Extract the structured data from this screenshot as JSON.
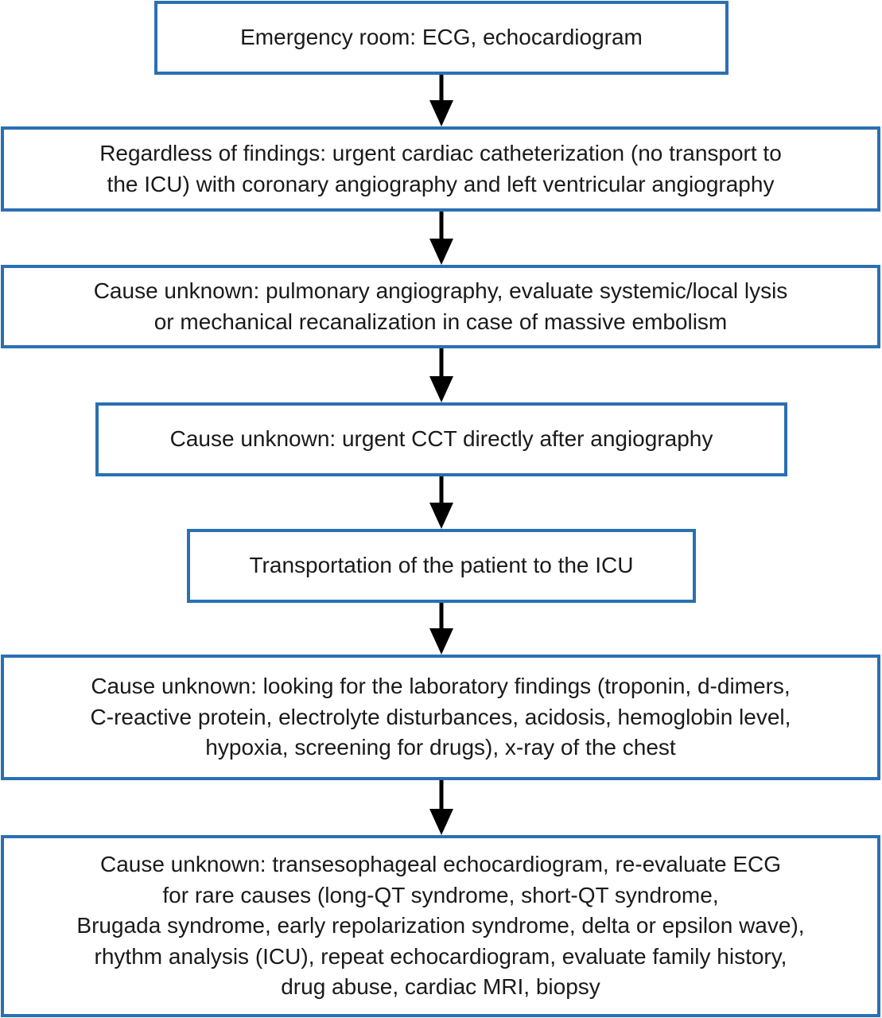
{
  "flowchart": {
    "steps": [
      {
        "lines": [
          "Emergency room: ECG, echocardiogram"
        ]
      },
      {
        "lines": [
          "Regardless of findings: urgent cardiac catheterization (no transport to",
          "the ICU) with coronary angiography and left ventricular angiography"
        ]
      },
      {
        "lines": [
          "Cause unknown: pulmonary angiography, evaluate systemic/local lysis",
          "or mechanical recanalization in case of massive embolism"
        ]
      },
      {
        "lines": [
          "Cause unknown: urgent CCT directly after angiography"
        ]
      },
      {
        "lines": [
          "Transportation of the patient to the ICU"
        ]
      },
      {
        "lines": [
          "Cause unknown: looking for the laboratory findings (troponin, d-dimers,",
          "C-reactive protein, electrolyte disturbances, acidosis, hemoglobin level,",
          "hypoxia, screening for drugs), x-ray of the chest"
        ]
      },
      {
        "lines": [
          "Cause unknown: transesophageal echocardiogram, re-evaluate ECG",
          "for rare causes (long-QT syndrome, short-QT syndrome,",
          "Brugada syndrome, early repolarization syndrome, delta or epsilon wave),",
          "rhythm analysis (ICU), repeat echocardiogram, evaluate family history,",
          "drug abuse, cardiac MRI, biopsy"
        ]
      }
    ],
    "colors": {
      "box_border": "#2a70b3",
      "arrow": "#000000",
      "text": "#1a1a1a"
    }
  }
}
